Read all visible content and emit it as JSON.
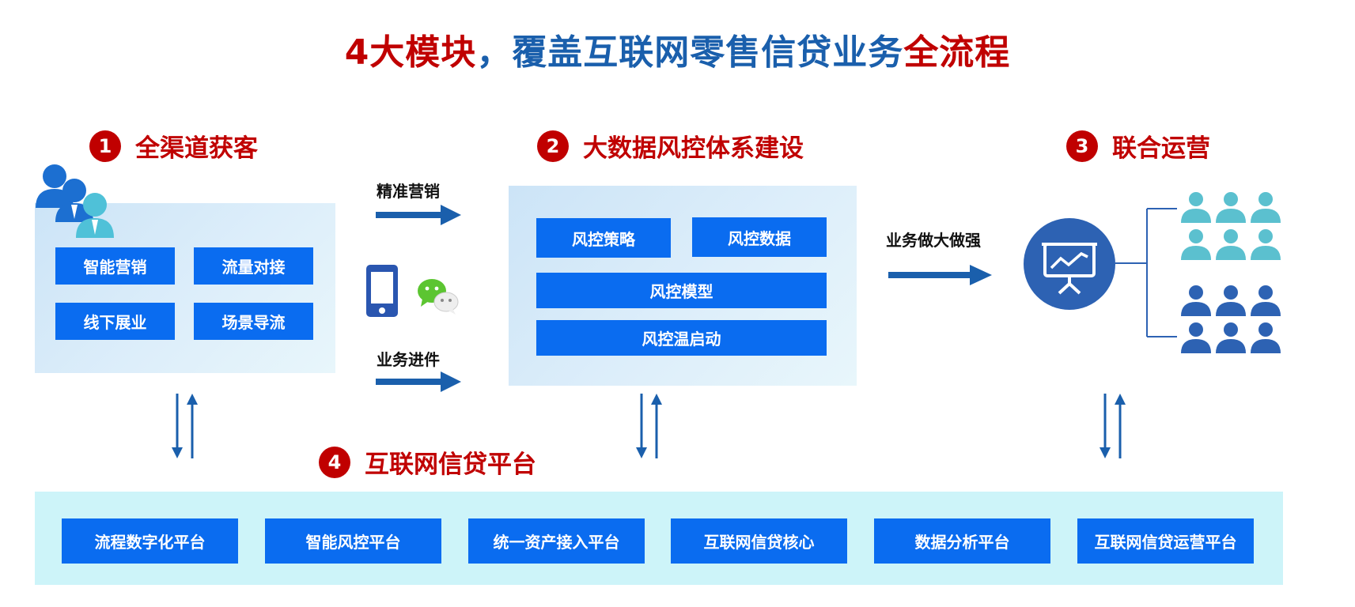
{
  "title": {
    "part1": "4大模块",
    "part2": "，覆盖互联网零售信贷业务",
    "part3": "全流程"
  },
  "colors": {
    "accent_red": "#c00000",
    "brand_blue": "#1a5fac",
    "box_blue": "#0a6cf0",
    "panel_light": "#ddeefa",
    "band_cyan": "#cdf4f9",
    "people_teal": "#5bc0cf",
    "people_blue": "#2d62b3"
  },
  "modules": {
    "acquisition": {
      "number": "1",
      "label": "全渠道获客",
      "icon": "people-group-icon",
      "items": [
        "智能营销",
        "流量对接",
        "线下展业",
        "场景导流"
      ]
    },
    "risk": {
      "number": "2",
      "label": "大数据风控体系建设",
      "items": [
        "风控策略",
        "风控数据",
        "风控模型",
        "风控温启动"
      ]
    },
    "operations": {
      "number": "3",
      "label": "联合运营",
      "icon": "presentation-icon",
      "groups": [
        "teal-people-grid",
        "blue-people-grid"
      ]
    },
    "platform": {
      "number": "4",
      "label": "互联网信贷平台",
      "items": [
        "流程数字化平台",
        "智能风控平台",
        "统一资产接入平台",
        "互联网信贷核心",
        "数据分析平台",
        "互联网信贷运营平台"
      ]
    }
  },
  "flows": {
    "marketing": "精准营销",
    "application": "业务进件",
    "grow": "业务做大做强"
  },
  "channel_icons": [
    "mobile-phone-icon",
    "wechat-icon"
  ]
}
